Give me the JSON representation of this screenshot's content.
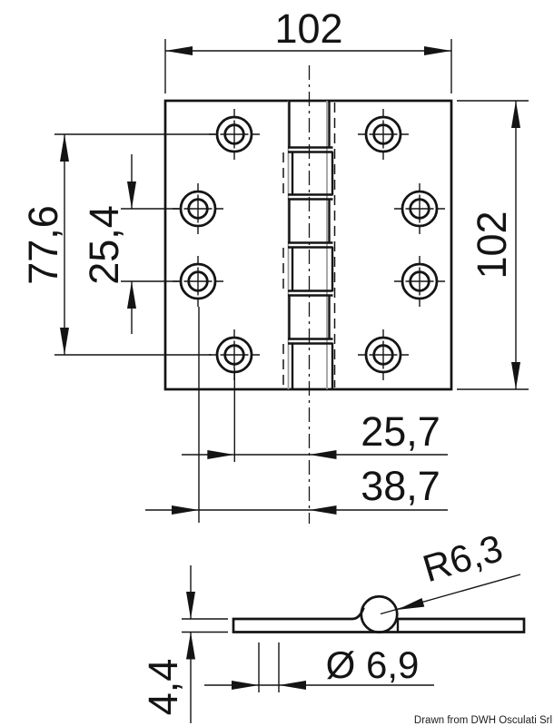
{
  "page": {
    "background": "#ffffff"
  },
  "drawing": {
    "type": "technical-drawing",
    "subject": "square marine hinge, plan view and profile view",
    "colors": {
      "primary_line": "#141414",
      "secondary_line": "#9b9b9b",
      "text": "#141414",
      "background": "#ffffff"
    },
    "top_view": {
      "width_label": "102",
      "height_label": "102",
      "hole_span_label": "77,6",
      "hole_pitch_label": "25,4",
      "hole_offset_inner_label": "25,7",
      "hole_offset_outer_label": "38,7"
    },
    "side_view": {
      "radius_label": "R6,3",
      "diameter_label": "Ø 6,9",
      "thickness_label": "4,4"
    },
    "credit": "Drawn from DWH Osculati Srl"
  }
}
